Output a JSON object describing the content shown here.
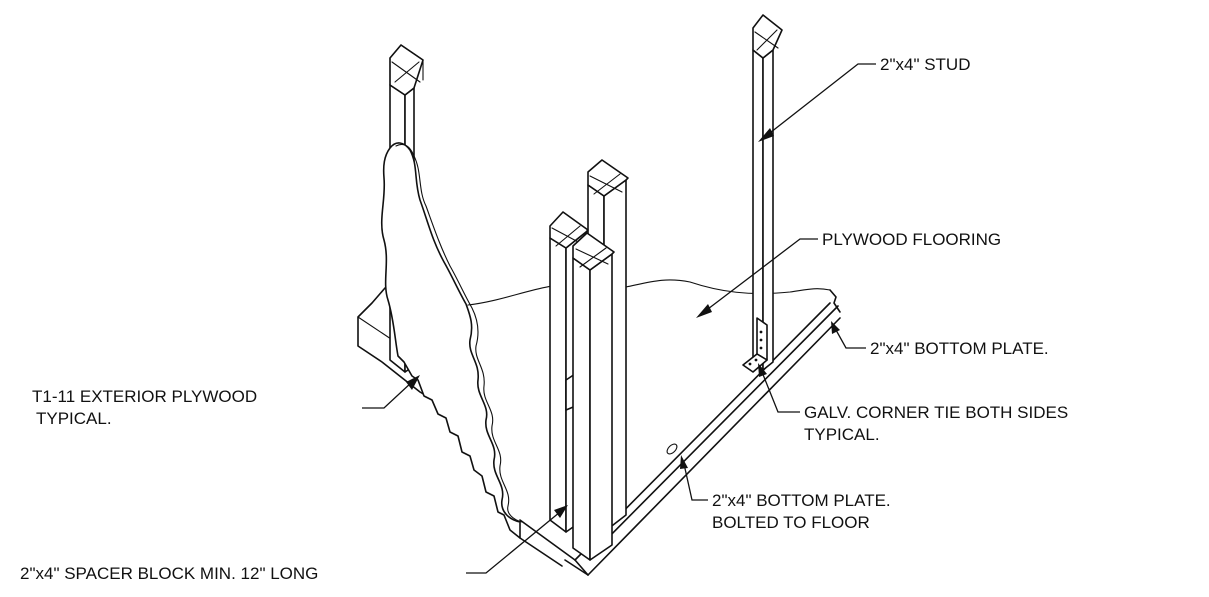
{
  "labels": {
    "stud": "2\"x4\" STUD",
    "plywood_flooring": "PLYWOOD FLOORING",
    "bottom_plate": "2\"x4\" BOTTOM PLATE.",
    "corner_tie_line1": "GALV. CORNER TIE BOTH SIDES",
    "corner_tie_line2": "TYPICAL.",
    "exterior_plywood_line1": "T1-11 EXTERIOR PLYWOOD",
    "exterior_plywood_line2": "TYPICAL.",
    "bolted_plate_line1": "2\"x4\" BOTTOM PLATE.",
    "bolted_plate_line2": "BOLTED TO FLOOR",
    "spacer_block": "2\"x4\" SPACER BLOCK MIN. 12\" LONG"
  }
}
